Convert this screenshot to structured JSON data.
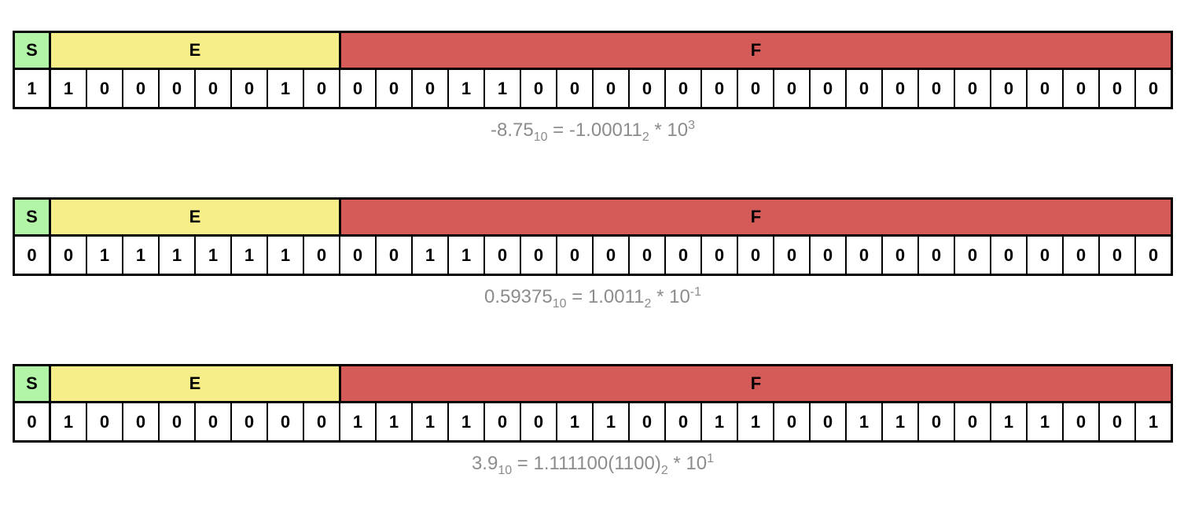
{
  "colors": {
    "sign": "#b3f5a6",
    "exponent": "#f7ee8a",
    "fraction": "#d55b58",
    "caption": "#8c8c8c"
  },
  "labels": {
    "sign": "S",
    "exponent": "E",
    "fraction": "F"
  },
  "examples": [
    {
      "bits": [
        "1",
        "1",
        "0",
        "0",
        "0",
        "0",
        "0",
        "1",
        "0",
        "0",
        "0",
        "0",
        "1",
        "1",
        "0",
        "0",
        "0",
        "0",
        "0",
        "0",
        "0",
        "0",
        "0",
        "0",
        "0",
        "0",
        "0",
        "0",
        "0",
        "0",
        "0",
        "0"
      ],
      "caption": {
        "decimal": "-8.75",
        "decimal_base": "10",
        "eq": " = ",
        "binary": "-1.00011",
        "binary_base": "2",
        "times": " * 10",
        "exponent": "3"
      }
    },
    {
      "bits": [
        "0",
        "0",
        "1",
        "1",
        "1",
        "1",
        "1",
        "1",
        "0",
        "0",
        "0",
        "1",
        "1",
        "0",
        "0",
        "0",
        "0",
        "0",
        "0",
        "0",
        "0",
        "0",
        "0",
        "0",
        "0",
        "0",
        "0",
        "0",
        "0",
        "0",
        "0",
        "0"
      ],
      "caption": {
        "decimal": "0.59375",
        "decimal_base": "10",
        "eq": " = ",
        "binary": "1.0011",
        "binary_base": "2",
        "times": " * 10",
        "exponent": "-1"
      }
    },
    {
      "bits": [
        "0",
        "1",
        "0",
        "0",
        "0",
        "0",
        "0",
        "0",
        "0",
        "1",
        "1",
        "1",
        "1",
        "0",
        "0",
        "1",
        "1",
        "0",
        "0",
        "1",
        "1",
        "0",
        "0",
        "1",
        "1",
        "0",
        "0",
        "1",
        "1",
        "0",
        "0",
        "1"
      ],
      "caption": {
        "decimal": "3.9",
        "decimal_base": "10",
        "eq": " = ",
        "binary": "1.111100(1100)",
        "binary_base": "2",
        "times": " * 10",
        "exponent": "1"
      }
    }
  ]
}
